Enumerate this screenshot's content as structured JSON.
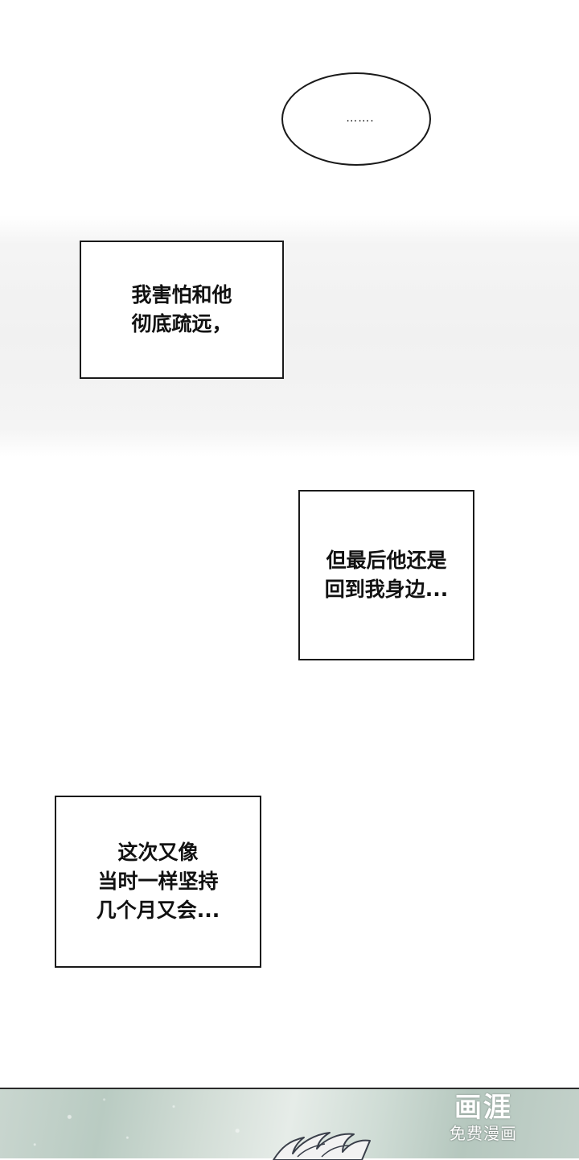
{
  "speech_bubble": {
    "text": "……."
  },
  "captions": [
    {
      "lines": [
        "我害怕和他",
        "彻底疏远，"
      ]
    },
    {
      "lines": [
        "但最后他还是",
        "回到我身边..."
      ]
    },
    {
      "lines": [
        "这次又像",
        "当时一样坚持",
        "几个月又会..."
      ]
    }
  ],
  "watermark": {
    "logo": "画涯",
    "subtitle": "免费漫画"
  }
}
